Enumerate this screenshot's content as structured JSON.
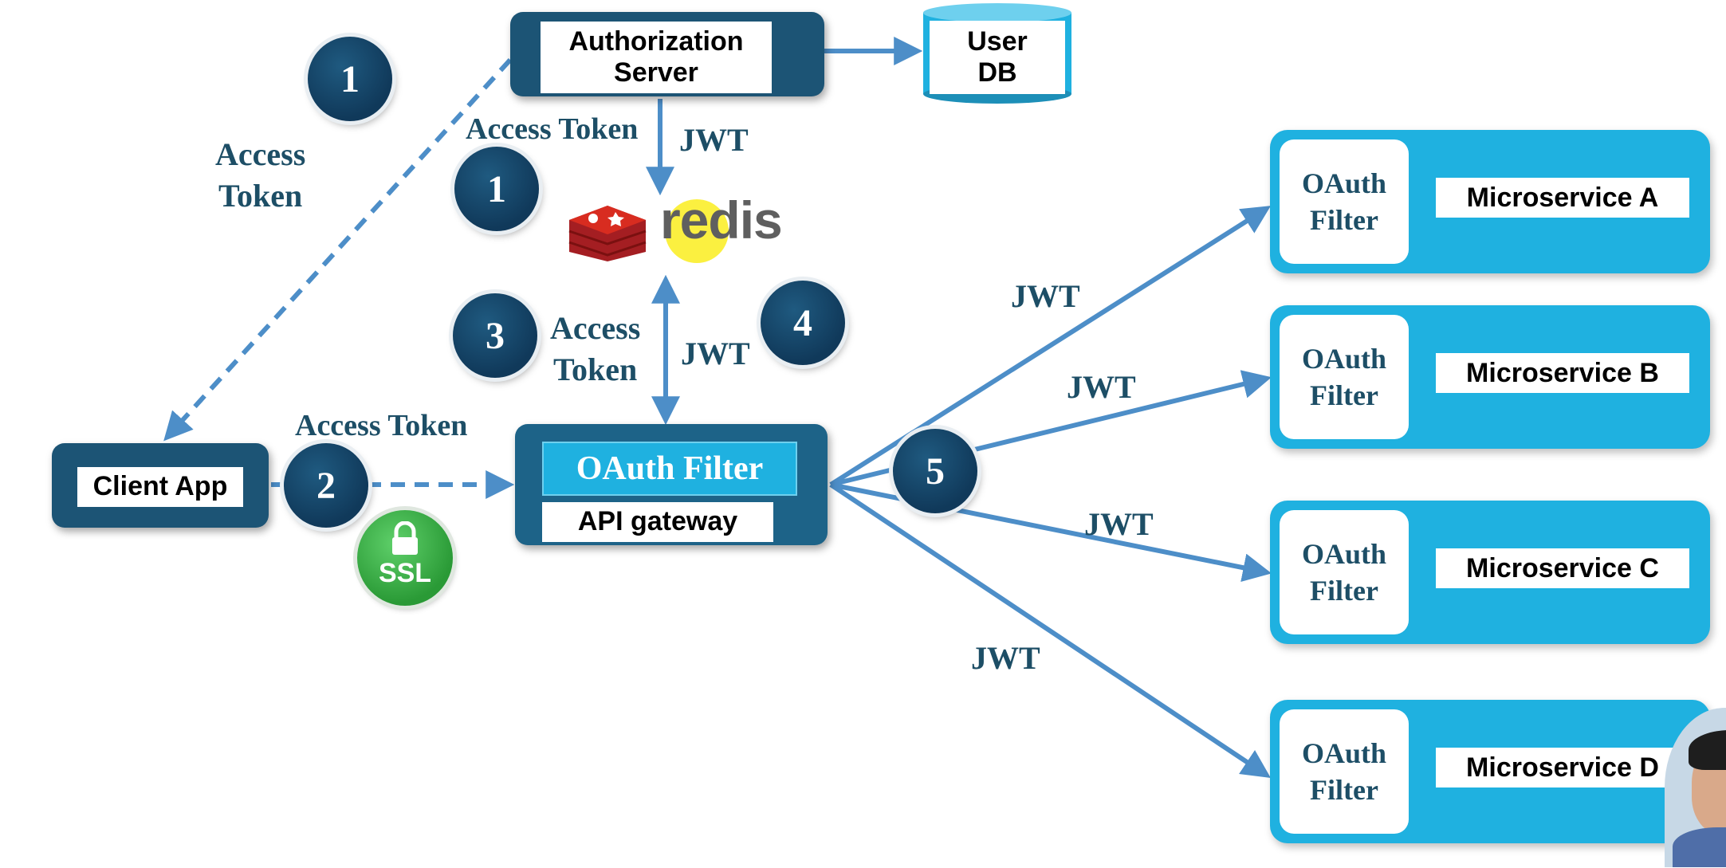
{
  "nodes": {
    "auth_server": "Authorization\nServer",
    "user_db": "User\nDB",
    "client_app": "Client App",
    "oauth_filter": "OAuth Filter",
    "api_gateway": "API gateway",
    "redis": "redis",
    "ssl": "SSL"
  },
  "microservices": [
    {
      "filter": "OAuth\nFilter",
      "name": "Microservice A"
    },
    {
      "filter": "OAuth\nFilter",
      "name": "Microservice B"
    },
    {
      "filter": "OAuth\nFilter",
      "name": "Microservice C"
    },
    {
      "filter": "OAuth\nFilter",
      "name": "Microservice D"
    }
  ],
  "steps": [
    "1",
    "1",
    "2",
    "3",
    "4",
    "5"
  ],
  "labels": {
    "access_token_left": "Access\nToken",
    "access_token_top": "Access Token",
    "jwt_top": "JWT",
    "access_token_mid": "Access\nToken",
    "jwt_mid": "JWT",
    "access_token_client": "Access Token",
    "jwt_a": "JWT",
    "jwt_b": "JWT",
    "jwt_c": "JWT",
    "jwt_d": "JWT"
  },
  "colors": {
    "navy": "#1c5475",
    "cyan": "#1fb1e0",
    "arrow": "#4d8ec8",
    "text": "#1d4e66",
    "redis_red": "#c8252c",
    "ssl_green": "#2fa63d"
  }
}
